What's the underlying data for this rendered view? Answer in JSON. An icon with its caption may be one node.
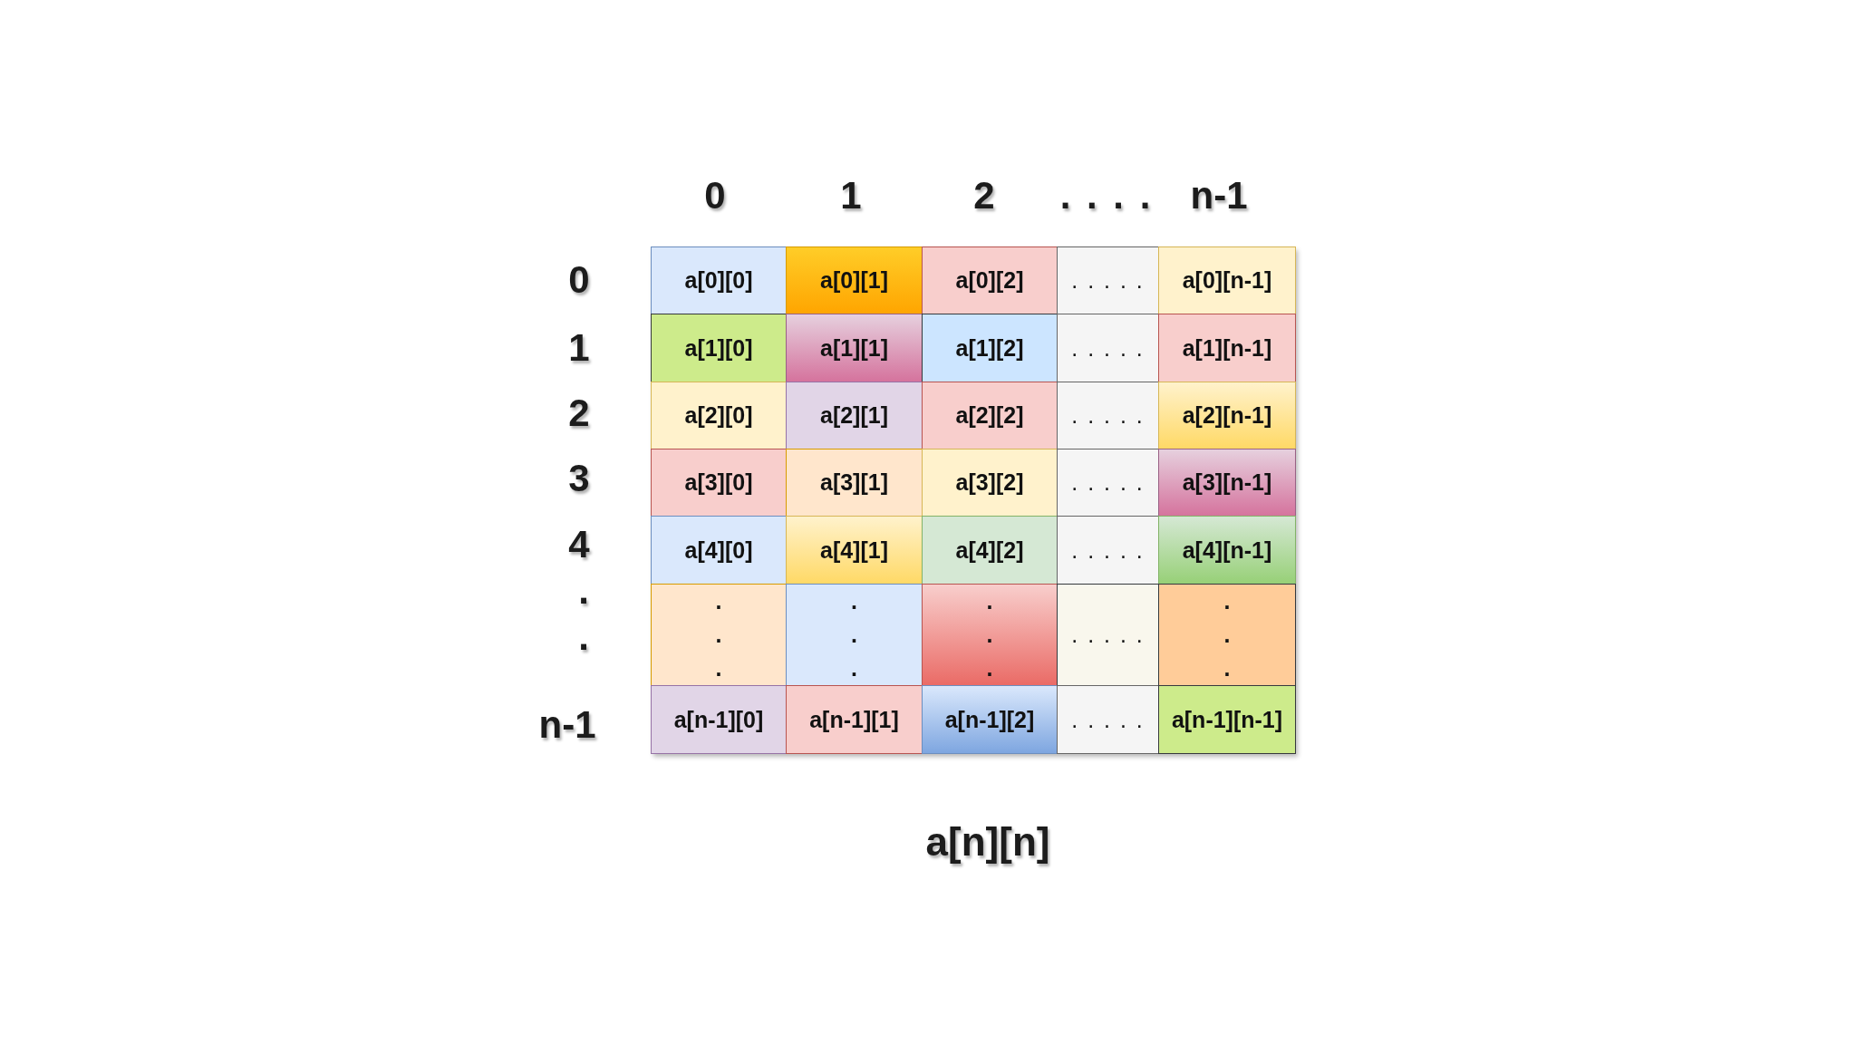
{
  "diagram": {
    "caption": "a[n][n]",
    "nodes": [
      {
        "text": [
          "a[0][0]"
        ]
      },
      {
        "text": [
          "a[0][1]"
        ]
      },
      {
        "text": [
          "a[0][2]"
        ]
      },
      {
        "text": [
          ". . . . ."
        ]
      },
      {
        "text": [
          "a[0][n-1]"
        ]
      },
      {
        "text": [
          "a[1][0]"
        ]
      },
      {
        "text": [
          "a[1][1]"
        ]
      },
      {
        "text": [
          "a[1][2]"
        ]
      },
      {
        "text": [
          ". . . . ."
        ]
      },
      {
        "text": [
          "a[1][n-1]"
        ]
      },
      {
        "text": [
          "a[2][0]"
        ]
      },
      {
        "text": [
          "a[2][1]"
        ]
      },
      {
        "text": [
          "a[2][2]"
        ]
      },
      {
        "text": [
          ". . . . ."
        ]
      },
      {
        "text": [
          "a[2][n-1]"
        ]
      },
      {
        "text": [
          "a[3][0]"
        ]
      },
      {
        "text": [
          "a[3][1]"
        ]
      },
      {
        "text": [
          "a[3][2]"
        ]
      },
      {
        "text": [
          ". . . . ."
        ]
      },
      {
        "text": [
          "a[3][n-1]"
        ]
      },
      {
        "text": [
          "a[4][0]"
        ]
      },
      {
        "text": [
          "a[4][1]"
        ]
      },
      {
        "text": [
          "a[4][2]"
        ]
      },
      {
        "text": [
          ". . . . ."
        ]
      },
      {
        "text": [
          "a[4][n-1]"
        ]
      },
      {
        "text": [
          ". . ."
        ]
      },
      {
        "text": [
          ". . ."
        ]
      },
      {
        "text": [
          ". . ."
        ]
      },
      {
        "text": [
          ". . . . ."
        ]
      },
      {
        "text": [
          ". . ."
        ]
      },
      {
        "text": [
          "a[n-1][0]"
        ]
      },
      {
        "text": [
          "a[n-1][1]"
        ]
      },
      {
        "text": [
          "a[n-1][2]"
        ]
      },
      {
        "text": [
          ". . . . ."
        ]
      },
      {
        "text": [
          "a[n-1][n-1]"
        ]
      }
    ],
    "labels": [
      "0",
      "1",
      "2",
      ". . . .",
      "n-1",
      "0",
      "1",
      "2",
      "3",
      "4",
      ".",
      ".",
      "n-1"
    ]
  }
}
